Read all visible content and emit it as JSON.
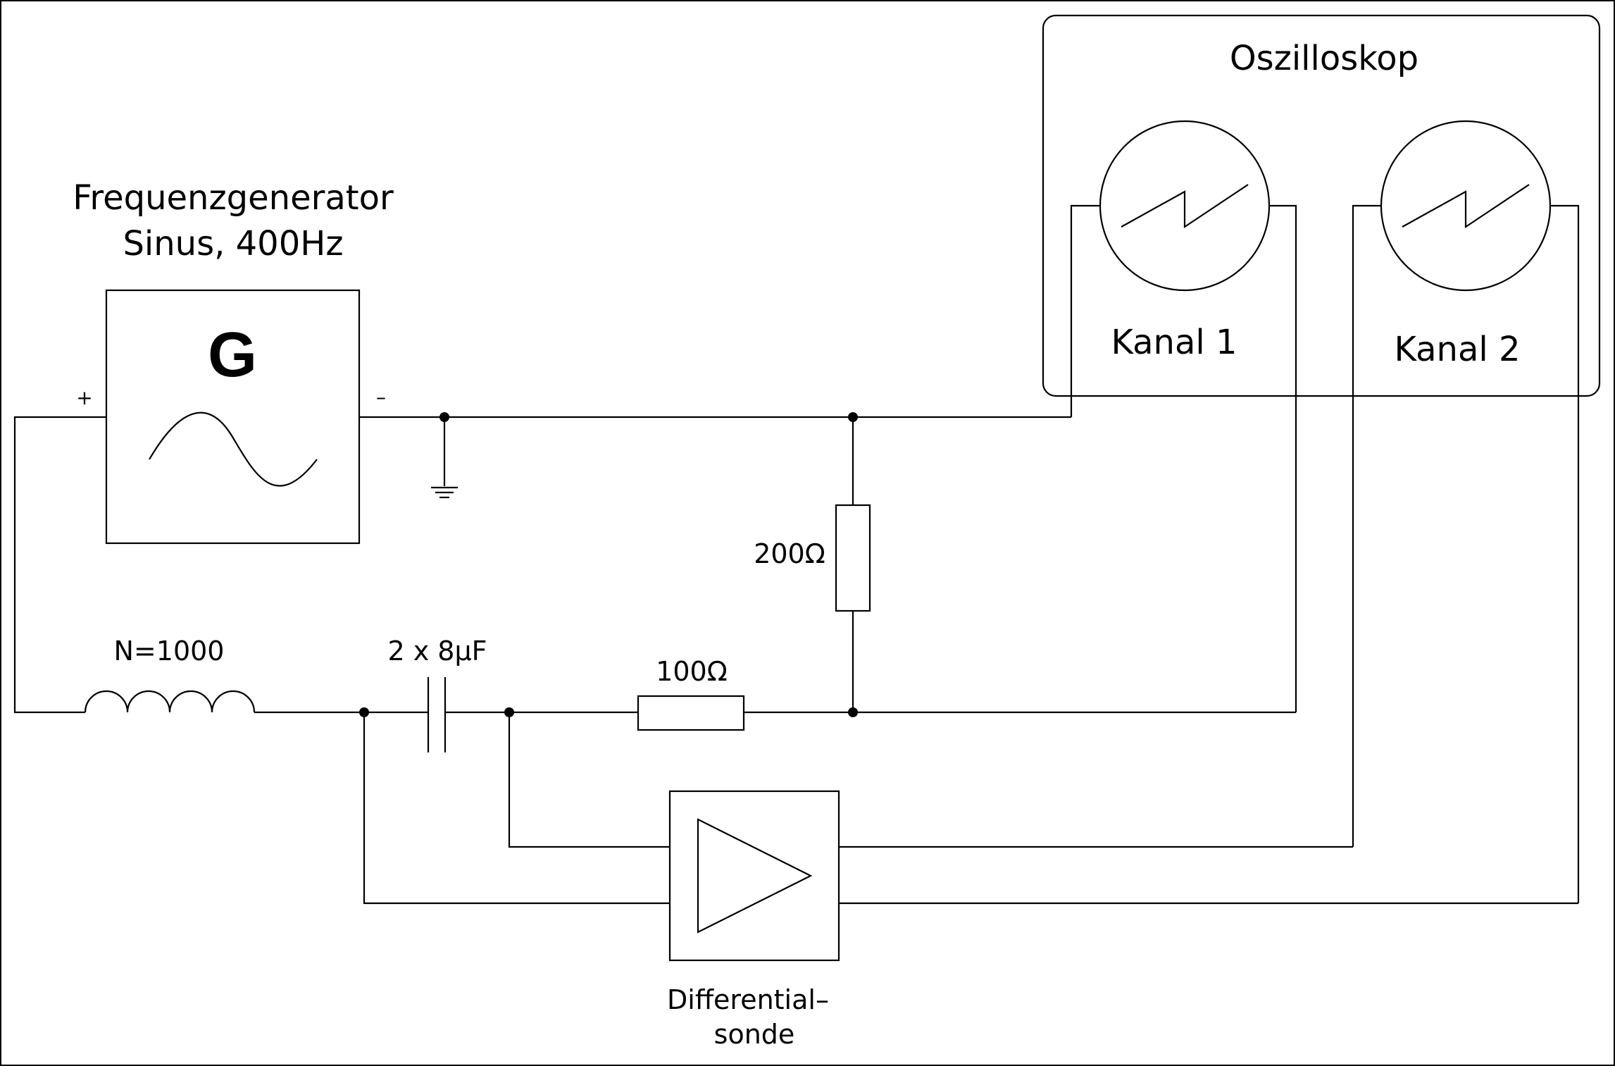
{
  "labels": {
    "generator_title_line1": "Frequenzgenerator",
    "generator_title_line2": "Sinus, 400Hz",
    "generator_symbol": "G",
    "generator_plus": "+",
    "generator_minus": "–",
    "oscilloscope_title": "Oszilloskop",
    "channel1": "Kanal 1",
    "channel2": "Kanal 2",
    "resistor_vertical": "200Ω",
    "resistor_horizontal": "100Ω",
    "coil": "N=1000",
    "capacitor": "2 x 8µF",
    "probe_line1": "Differential–",
    "probe_line2": "sonde"
  },
  "colors": {
    "line": "#000000",
    "background": "#ffffff"
  }
}
